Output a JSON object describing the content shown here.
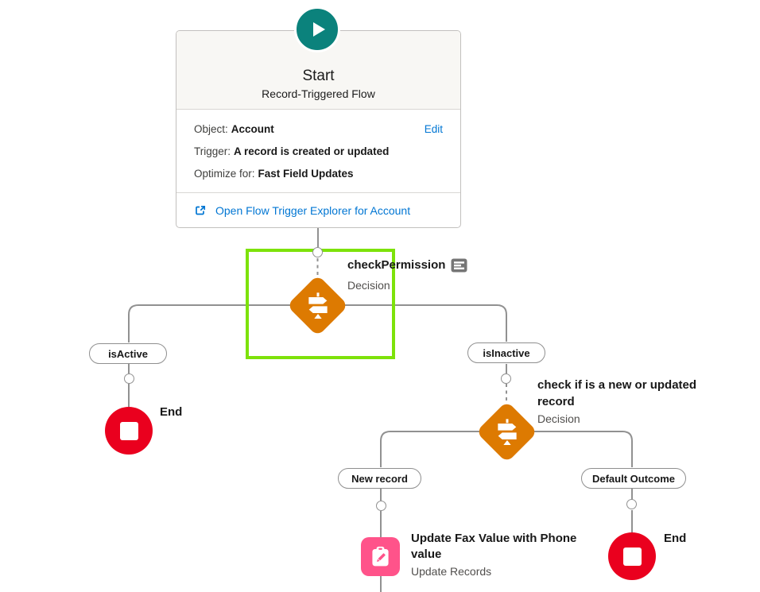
{
  "start": {
    "title": "Start",
    "subtitle": "Record-Triggered Flow",
    "edit_label": "Edit",
    "fields": [
      {
        "label": "Object:",
        "value": "Account"
      },
      {
        "label": "Trigger:",
        "value": "A record is created or updated"
      },
      {
        "label": "Optimize for:",
        "value": "Fast Field Updates"
      }
    ],
    "explorer_link": "Open Flow Trigger Explorer for Account"
  },
  "nodes": {
    "decision1": {
      "title": "checkPermission",
      "type": "Decision"
    },
    "decision2": {
      "title": "check if is a new or updated record",
      "type": "Decision"
    },
    "update": {
      "title": "Update Fax Value with Phone value",
      "type": "Update Records"
    },
    "end_left": {
      "label": "End"
    },
    "end_right": {
      "label": "End"
    }
  },
  "branch_labels": {
    "isActive": "isActive",
    "isInactive": "isInactive",
    "newRecord": "New record",
    "defaultOutcome": "Default Outcome"
  },
  "icons": {
    "start": "play-icon",
    "decision": "signpost-icon",
    "update": "clipboard-pencil-icon",
    "end": "stop-icon",
    "description": "description-icon",
    "external_link": "external-link-icon",
    "connection_point": "add-connection-point"
  },
  "colors": {
    "start_accent": "#0B827C",
    "decision_accent": "#DD7A01",
    "update_accent": "#FF538A",
    "end_accent": "#EA001E",
    "selection_highlight": "#7DE20A",
    "link_blue": "#0176D3",
    "connector_gray": "#919191"
  }
}
